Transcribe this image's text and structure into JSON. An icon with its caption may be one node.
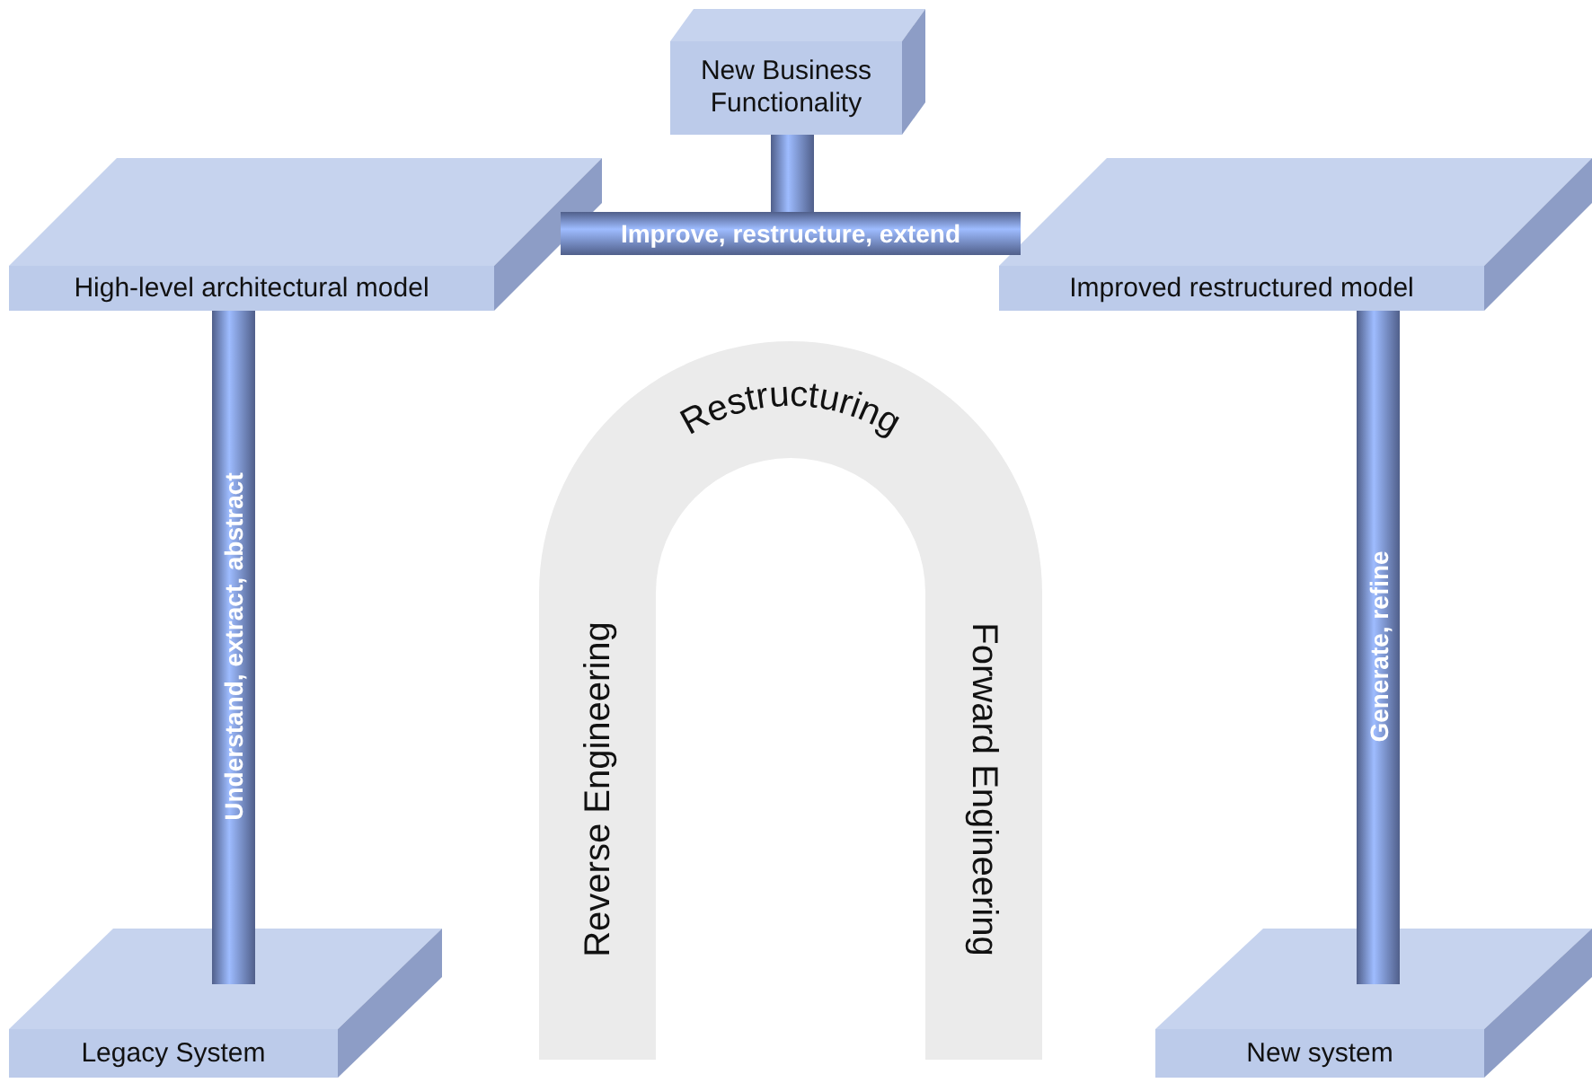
{
  "diagram": {
    "nodes": [
      {
        "text": [
          "New Business Functionality"
        ]
      },
      {
        "text": [
          "High-level architectural model"
        ]
      },
      {
        "text": [
          "Improved restructured model"
        ]
      },
      {
        "text": [
          "Legacy System"
        ]
      },
      {
        "text": [
          "New system"
        ]
      },
      {
        "text": [
          "Restructuring",
          "Reverse Engineering",
          "Forward Engineering"
        ]
      }
    ],
    "edges": [
      {
        "from": 0,
        "to": null,
        "arrow": "none"
      },
      {
        "from": 1,
        "to": 2,
        "arrow": "none",
        "label": "Improve, restructure, extend"
      },
      {
        "from": 1,
        "to": 3,
        "arrow": "none",
        "label": "Understand, extract, abstract"
      },
      {
        "from": 2,
        "to": 4,
        "arrow": "none",
        "label": "Generate, refine"
      }
    ]
  }
}
